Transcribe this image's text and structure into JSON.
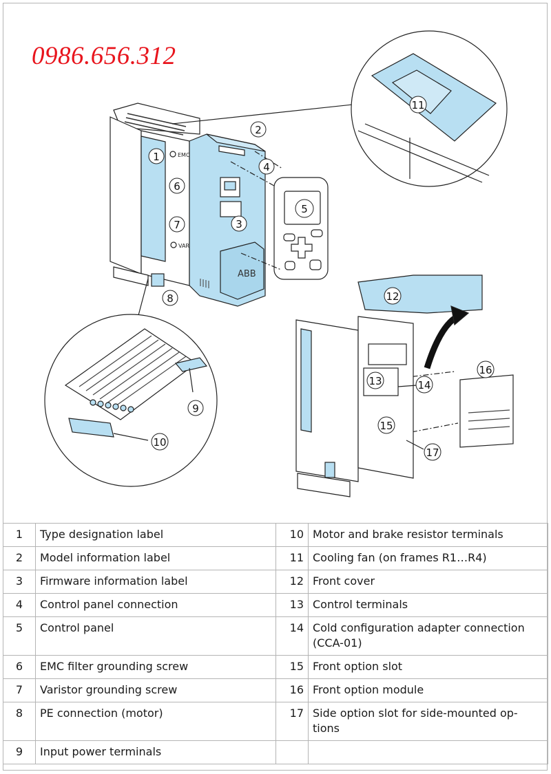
{
  "watermark": {
    "phone": "0986.656.312",
    "color": "#e8141c"
  },
  "figure": {
    "accent_color": "#b8dff2",
    "callouts": [
      "1",
      "2",
      "3",
      "4",
      "5",
      "6",
      "7",
      "8",
      "9",
      "10",
      "11",
      "12",
      "13",
      "14",
      "15",
      "16",
      "17"
    ],
    "labels": {
      "emc": "EMC",
      "var": "VAR",
      "brand": "ABB"
    }
  },
  "legend": {
    "rows": [
      {
        "left": {
          "num": "1",
          "text": "Type designation label"
        },
        "right": {
          "num": "10",
          "text": "Motor and brake resistor terminals"
        }
      },
      {
        "left": {
          "num": "2",
          "text": "Model information label"
        },
        "right": {
          "num": "11",
          "text": "Cooling fan (on frames R1…R4)"
        }
      },
      {
        "left": {
          "num": "3",
          "text": "Firmware information label"
        },
        "right": {
          "num": "12",
          "text": "Front cover"
        }
      },
      {
        "left": {
          "num": "4",
          "text": "Control panel connection"
        },
        "right": {
          "num": "13",
          "text": "Control terminals"
        }
      },
      {
        "left": {
          "num": "5",
          "text": "Control panel"
        },
        "right": {
          "num": "14",
          "text": "Cold configuration adapter connection (CCA-01)"
        }
      },
      {
        "left": {
          "num": "6",
          "text": "EMC filter grounding screw"
        },
        "right": {
          "num": "15",
          "text": "Front option slot"
        }
      },
      {
        "left": {
          "num": "7",
          "text": "Varistor grounding screw"
        },
        "right": {
          "num": "16",
          "text": "Front option module"
        }
      },
      {
        "left": {
          "num": "8",
          "text": "PE connection (motor)"
        },
        "right": {
          "num": "17",
          "text": "Side option slot for side-mounted op-tions"
        }
      },
      {
        "left": {
          "num": "9",
          "text": "Input power terminals"
        },
        "right": {
          "num": "",
          "text": ""
        }
      }
    ]
  }
}
